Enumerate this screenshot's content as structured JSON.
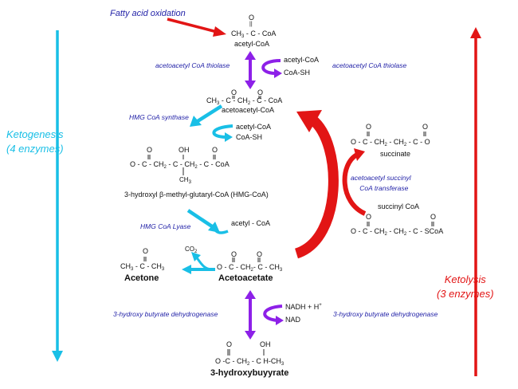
{
  "labels": {
    "fatty_acid_oxidation": "Fatty acid oxidation",
    "ketogenesis": "Ketogenesis",
    "ketogenesis_count": "(4 enzymes)",
    "ketolysis": "Ketolysis",
    "ketolysis_count": "(3 enzymes)"
  },
  "enzymes": {
    "thiolase_left": "acetoacetyl CoA thiolase",
    "thiolase_right": "acetoacetyl CoA thiolase",
    "hmg_synthase": "HMG CoA synthase",
    "hmg_lyase": "HMG CoA Lyase",
    "succinyl_transferase_1": "acetoacetyl succinyl",
    "succinyl_transferase_2": "CoA transferase",
    "hbd_left": "3-hydroxy butyrate dehydrogenase",
    "hbd_right": "3-hydroxy butyrate dehydrogenase"
  },
  "molecules": {
    "acetyl_coa": {
      "o": "O",
      "dbl": "||",
      "formula": "CH3 - C - CoA",
      "name": "acetyl-CoA"
    },
    "acetoacetyl_coa": {
      "o1": "O",
      "o2": "O",
      "formula": "CH3 - C - CH2 - C - CoA",
      "name": "acetoacetyl-CoA"
    },
    "hmg_coa": {
      "o1": "O",
      "oh": "OH",
      "o2": "O",
      "formula": "O - C - CH2 - C - CH2 - C - CoA",
      "ch3": "CH3",
      "name": "3-hydroxyl β-methyl-glutaryl-CoA (HMG-CoA)"
    },
    "acetone": {
      "o": "O",
      "formula": "CH3 - C - CH3",
      "name": "Acetone"
    },
    "acetoacetate": {
      "o1": "O",
      "o2": "O",
      "formula": "O - C - CH2 - C - CH3",
      "name": "Acetoacetate"
    },
    "hydroxybutyrate": {
      "o": "O",
      "oh": "OH",
      "formula": "O -C - CH2 - C H-CH3",
      "name": "3-hydroxybuyyrate"
    },
    "succinate": {
      "o1": "O",
      "o2": "O",
      "formula": "O - C - CH2 - CH2 - C - O",
      "name": "succinate"
    },
    "succinyl_coa": {
      "name": "succinyl CoA",
      "o1": "O",
      "o2": "O",
      "formula": "O - C - CH2 - CH2 - C - SCoA"
    }
  },
  "cofactors": {
    "acetyl_coa_1": "acetyl-CoA",
    "coa_sh_1": "CoA-SH",
    "acetyl_coa_2": "acetyl-CoA",
    "coa_sh_2": "CoA-SH",
    "acetyl_coa_3": "acetyl - CoA",
    "co2": "CO2",
    "nadh": "NADH + H+",
    "nad": "NAD"
  },
  "colors": {
    "red": "#e21515",
    "cyan": "#19bfe6",
    "purple": "#8d20e8",
    "enzyme_blue": "#2323a8"
  }
}
